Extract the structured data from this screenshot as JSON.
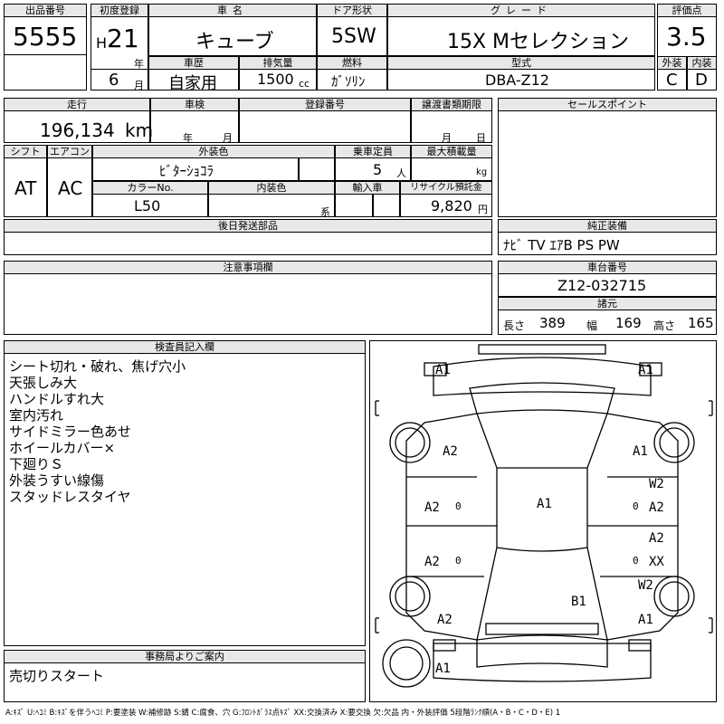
{
  "header": {
    "lot_label": "出品番号",
    "lot": "5555",
    "reg_label": "初度登録",
    "era": "H",
    "year": "21",
    "year_unit": "年",
    "month": "6",
    "month_unit": "月",
    "name_label": "車名",
    "name": "キューブ",
    "door_label": "ドア形状",
    "door": "5SW",
    "grade_label": "グレード",
    "grade": "15X Mセレクション",
    "score_label": "評価点",
    "score": "3.5",
    "history_label": "車歴",
    "history": "自家用",
    "disp_label": "排気量",
    "disp": "1500",
    "disp_unit": "cc",
    "fuel_label": "燃料",
    "fuel": "ｶﾞｿﾘﾝ",
    "model_label": "型式",
    "model": "DBA-Z12",
    "ext_label": "外装",
    "ext": "C",
    "int_label": "内装",
    "int": "D"
  },
  "row2": {
    "mileage_label": "走行",
    "mileage": "196,134",
    "mileage_unit": "km",
    "inspection_label": "車検",
    "insp_year_unit": "年",
    "insp_month_unit": "月",
    "plate_label": "登録番号",
    "transfer_label": "譲渡書類期限",
    "transfer_month_unit": "月",
    "transfer_day_unit": "日",
    "sales_label": "セールスポイント"
  },
  "row3": {
    "shift_label": "シフト",
    "shift": "AT",
    "ac_label": "エアコン",
    "ac": "AC",
    "color_label": "外装色",
    "color": "ﾋﾞﾀｰｼｮｺﾗ",
    "seats_label": "乗車定員",
    "seats": "5",
    "seats_unit": "人",
    "load_label": "最大積載量",
    "load_unit": "kg",
    "colorno_label": "カラーNo.",
    "colorno": "L50",
    "intcolor_label": "内装色",
    "intcolor_unit": "系",
    "import_label": "輸入車",
    "recycle_label": "リサイクル預託金",
    "recycle": "9,820",
    "recycle_unit": "円"
  },
  "later_label": "後日発送部品",
  "genuine_label": "純正装備",
  "genuine": "ﾅﾋﾞ TV ｴｱB PS PW",
  "notes_label": "注意事項欄",
  "chassis_label": "車台番号",
  "chassis": "Z12-032715",
  "dims_label": "諸元",
  "dims": {
    "l_label": "長さ",
    "l": "389",
    "w_label": "幅",
    "w": "169",
    "h_label": "高さ",
    "h": "165"
  },
  "inspector_label": "検査員記入欄",
  "inspector_notes": [
    "シート切れ・破れ、焦げ穴小",
    "天張しみ大",
    "ハンドルすれ大",
    "室内汚れ",
    "サイドミラー色あせ",
    "ホイールカバー×",
    "下廻りＳ",
    "外装うすい線傷",
    "スタッドレスタイヤ"
  ],
  "office_label": "事務局よりご案内",
  "office_note": "売切りスタート",
  "diagram": {
    "marks": [
      "A1",
      "A1",
      "A1",
      "A2",
      "A2",
      "W2",
      "A2",
      "A1",
      "A2",
      "A2",
      "XX",
      "A2",
      "W2",
      "B1",
      "A2",
      "A1",
      "A1",
      "A1"
    ]
  },
  "legend": "A:ｷｽﾞ U:ﾍｺﾐ B:ｷｽﾞを伴うﾍｺﾐ P:要塗装 W:補修跡 S:錆 C:腐食、穴 G:ﾌﾛﾝﾄｶﾞﾗｽ点ｷｽﾞ XX:交換済み X:要交換 欠:欠品 内・外装評価 5段階ﾗﾝｸ順(A・B・C・D・E) 1"
}
